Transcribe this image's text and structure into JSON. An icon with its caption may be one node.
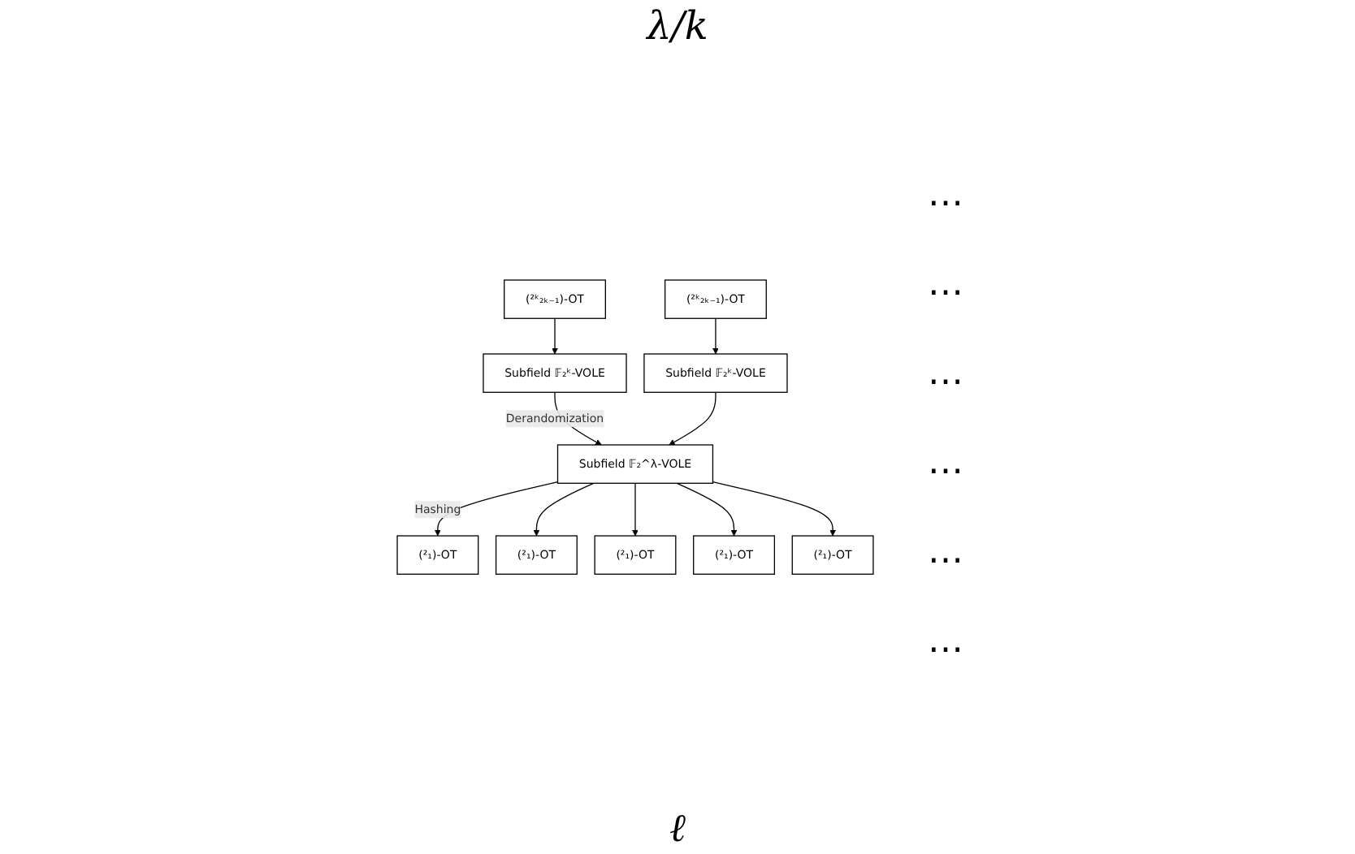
{
  "diagram": {
    "nodes": [
      {
        "text": [
          "(²ᵏ₂ₖ₋₁)-OT"
        ]
      },
      {
        "text": [
          "(²ᵏ₂ₖ₋₁)-OT"
        ]
      },
      {
        "text": [
          "Subfield 𝔽₂ᵏ-VOLE"
        ]
      },
      {
        "text": [
          "Subfield 𝔽₂ᵏ-VOLE"
        ]
      },
      {
        "text": [
          "Subfield 𝔽₂^λ-VOLE"
        ]
      },
      {
        "text": [
          "(²₁)-OT"
        ]
      },
      {
        "text": [
          "(²₁)-OT"
        ]
      },
      {
        "text": [
          "(²₁)-OT"
        ]
      },
      {
        "text": [
          "(²₁)-OT"
        ]
      },
      {
        "text": [
          "(²₁)-OT"
        ]
      }
    ],
    "edges": [
      {
        "from": 0,
        "to": 2,
        "arrow": "to"
      },
      {
        "from": 1,
        "to": 3,
        "arrow": "to"
      },
      {
        "from": 2,
        "to": 4,
        "arrow": "to",
        "label": "Derandomization"
      },
      {
        "from": 3,
        "to": 4,
        "arrow": "to"
      },
      {
        "from": 4,
        "to": 5,
        "arrow": "to",
        "label": "Hashing"
      },
      {
        "from": 4,
        "to": 6,
        "arrow": "to"
      },
      {
        "from": 4,
        "to": 7,
        "arrow": "to"
      },
      {
        "from": 4,
        "to": 8,
        "arrow": "to"
      },
      {
        "from": 4,
        "to": 9,
        "arrow": "to"
      }
    ],
    "labels": [
      "λ/k",
      "⋯",
      "⋯",
      "⋯",
      "⋯",
      "⋯",
      "⋯",
      "ℓ"
    ]
  }
}
